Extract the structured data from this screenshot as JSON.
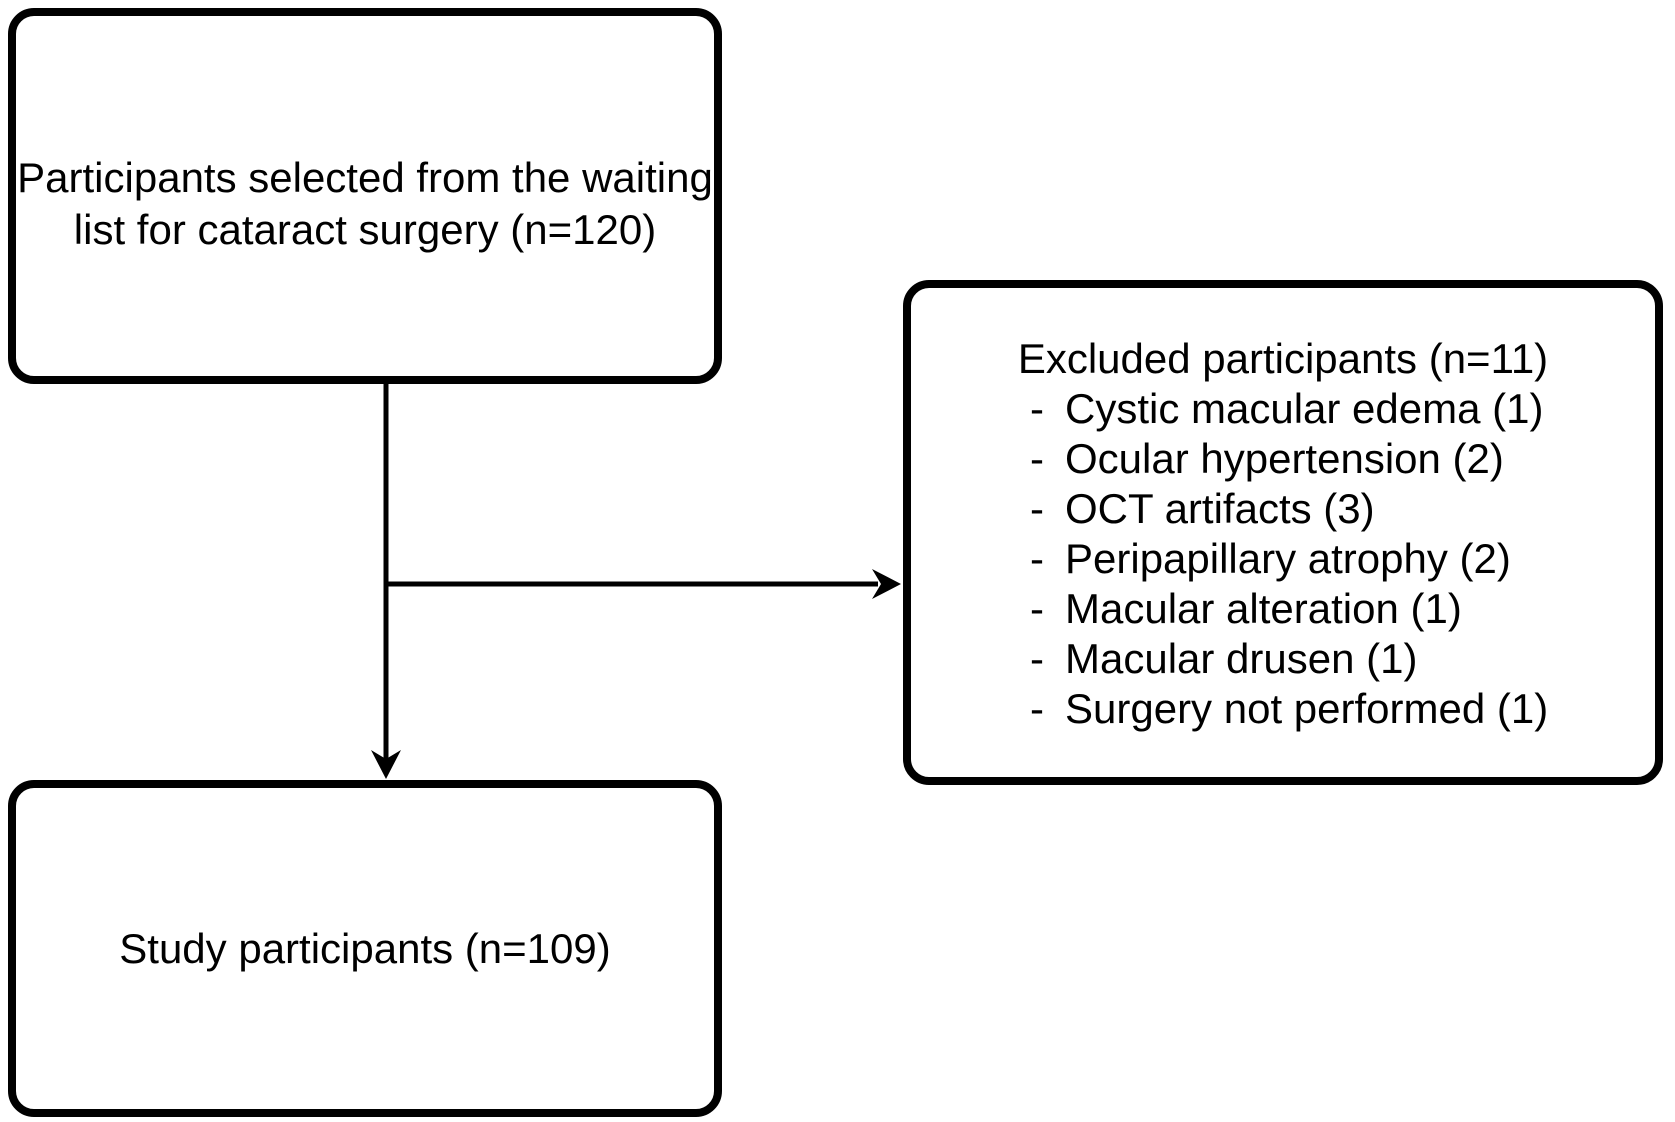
{
  "colors": {
    "ink": "#000000",
    "background": "#ffffff"
  },
  "flowchart": {
    "source_box": {
      "line1": "Participants selected from the waiting",
      "line2": "list for cataract surgery (n=120)"
    },
    "excluded_box": {
      "title": "Excluded participants (n=11)",
      "bullet": "-",
      "items": [
        "Cystic macular edema (1)",
        "Ocular hypertension (2)",
        "OCT artifacts (3)",
        "Peripapillary atrophy (2)",
        "Macular alteration (1)",
        "Macular drusen (1)",
        "Surgery not performed (1)"
      ]
    },
    "study_box": {
      "label": "Study participants (n=109)"
    }
  }
}
